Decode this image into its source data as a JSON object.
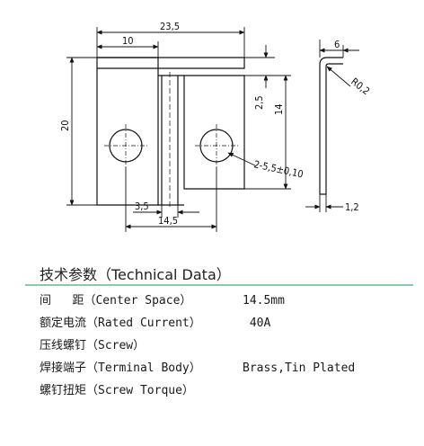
{
  "drawing": {
    "dimensions": {
      "overall_width": "23,5",
      "left_offset": "10",
      "height": "20",
      "step": "2,5",
      "slot_depth": "14",
      "holes": "2-5,5±0,10",
      "slot_width": "3,5",
      "hole_spacing": "14,5",
      "side_width": "6",
      "radius": "R0,2",
      "thickness": "1,2"
    }
  },
  "technical": {
    "title": "技术参数（Technical Data）",
    "rows": [
      {
        "label": "间   距（Center Space）",
        "value": "14.5mm"
      },
      {
        "label": "额定电流（Rated Current）",
        "value": " 40A"
      },
      {
        "label": "压线螺钉（Screw）",
        "value": ""
      },
      {
        "label": "焊接端子（Terminal Body）",
        "value": "Brass,Tin Plated"
      },
      {
        "label": "螺钉扭矩（Screw Torque）",
        "value": ""
      }
    ]
  }
}
